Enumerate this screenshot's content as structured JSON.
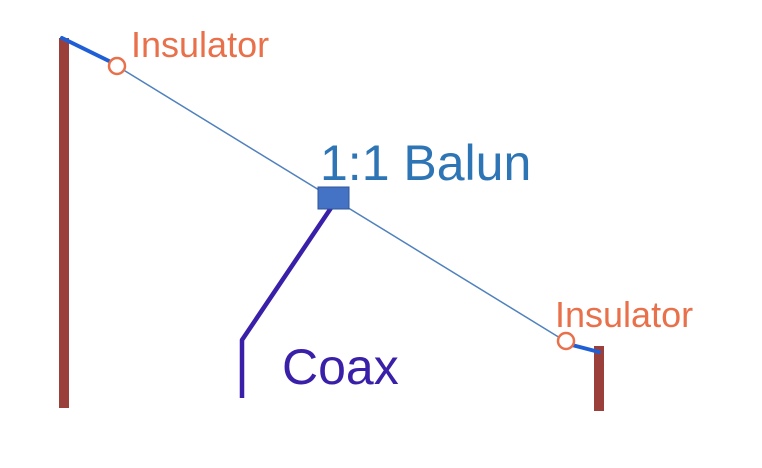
{
  "labels": {
    "insulator_left": "Insulator",
    "balun": "1:1 Balun",
    "insulator_right": "Insulator",
    "coax": "Coax"
  },
  "colors": {
    "pole": "#9b3f3a",
    "antenna_wire": "#4f81bd",
    "end_wire": "#1f5fd6",
    "insulator": "#e8704a",
    "insulator_text": "#e8704a",
    "balun_fill": "#4472c4",
    "balun_text": "#2e75b6",
    "coax": "#3a1fa8",
    "coax_text": "#3a1fa8"
  }
}
